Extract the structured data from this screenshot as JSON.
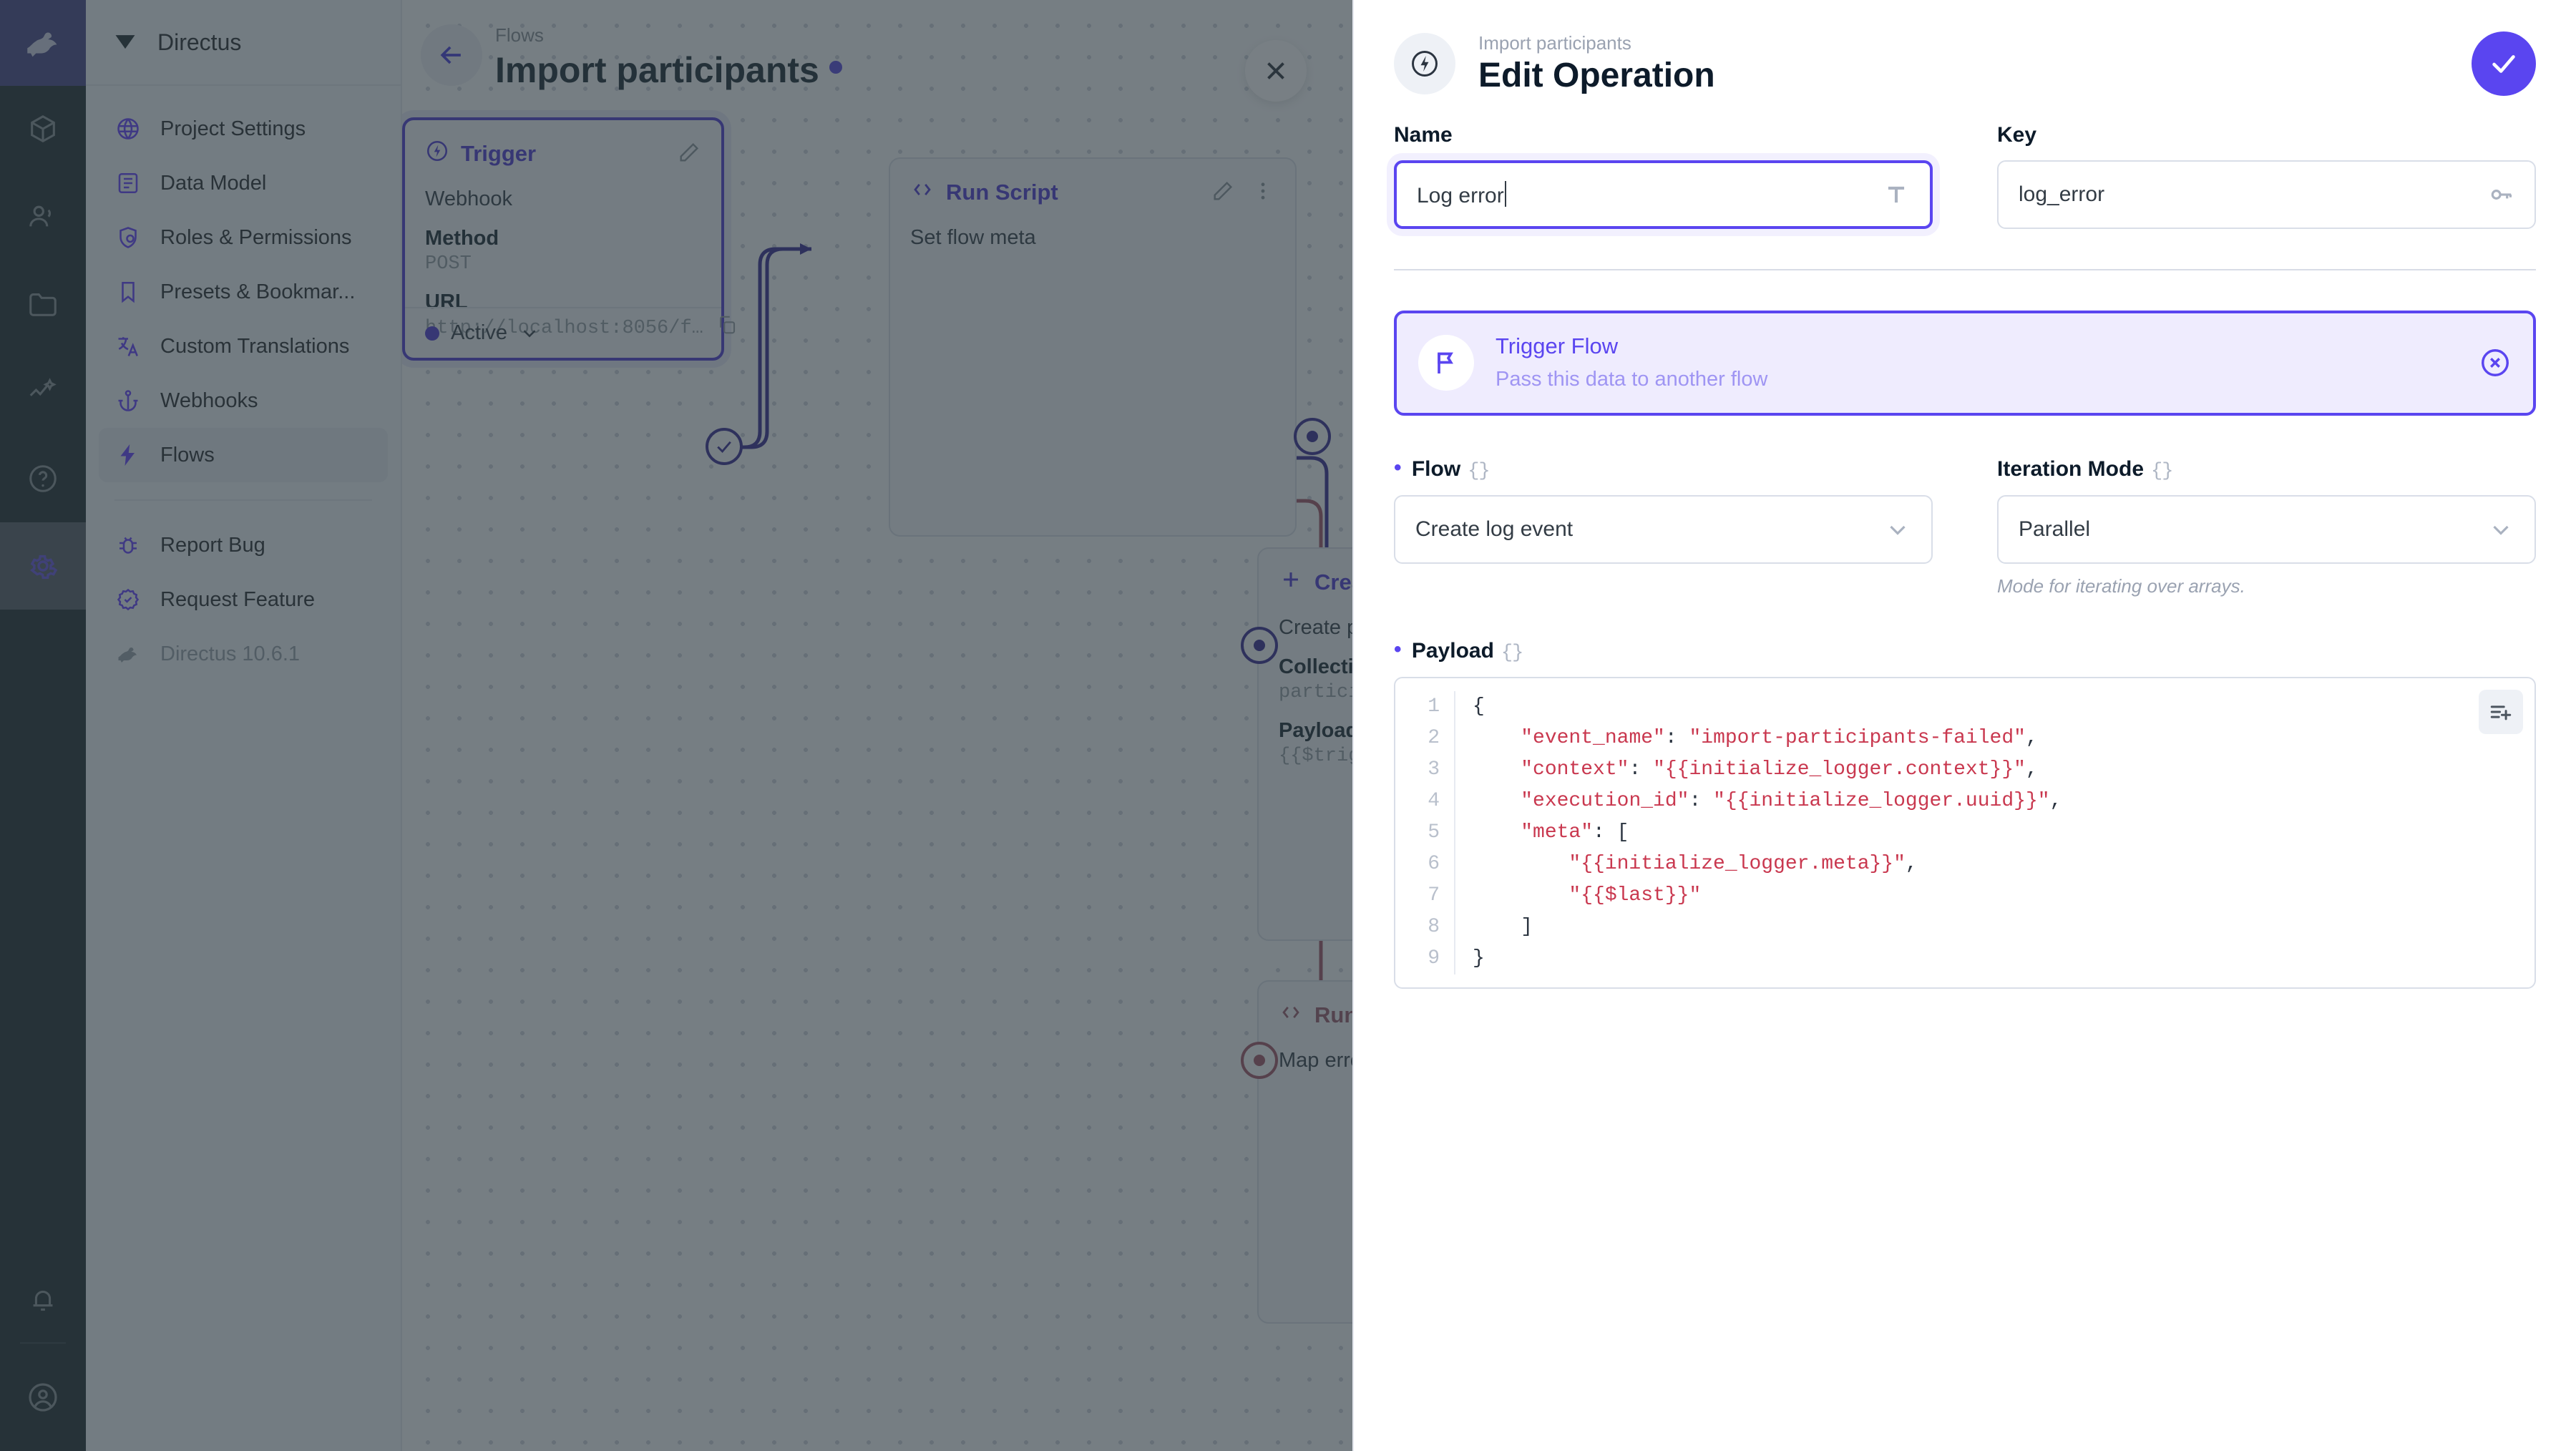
{
  "app": {
    "rail": {
      "logo_icon": "directus-rabbit-logo",
      "items": [
        {
          "icon": "box-icon",
          "name": "content"
        },
        {
          "icon": "users-icon",
          "name": "user-directory"
        },
        {
          "icon": "folder-icon",
          "name": "file-library"
        },
        {
          "icon": "insights-icon",
          "name": "insights"
        },
        {
          "icon": "help-circle-icon",
          "name": "help"
        },
        {
          "icon": "gear-icon",
          "name": "settings",
          "active": true
        }
      ],
      "bottom": [
        {
          "icon": "bell-icon",
          "name": "notifications"
        },
        {
          "icon": "account-circle-icon",
          "name": "user-account"
        }
      ]
    },
    "module": {
      "title": "Directus",
      "title_icon": "directus-mark-icon",
      "items": [
        {
          "label": "Project Settings",
          "icon": "globe-icon"
        },
        {
          "label": "Data Model",
          "icon": "list-alt-icon"
        },
        {
          "label": "Roles & Permissions",
          "icon": "shield-account-icon"
        },
        {
          "label": "Presets & Bookmar...",
          "icon": "bookmark-icon"
        },
        {
          "label": "Custom Translations",
          "icon": "translate-icon"
        },
        {
          "label": "Webhooks",
          "icon": "anchor-icon"
        },
        {
          "label": "Flows",
          "icon": "bolt-icon",
          "active": true
        }
      ],
      "footer_items": [
        {
          "label": "Report Bug",
          "icon": "bug-icon"
        },
        {
          "label": "Request Feature",
          "icon": "rosette-check-icon"
        },
        {
          "label": "Directus 10.6.1",
          "icon": "directus-rabbit-icon",
          "muted": true
        }
      ]
    },
    "flow": {
      "breadcrumb": "Flows",
      "title": "Import participants",
      "back_icon": "arrow-left-icon",
      "status_dot": "active-dot",
      "close_icon": "close-icon",
      "nodes": [
        {
          "id": "trigger",
          "type_label": "Trigger",
          "type_icon": "trigger-bolt-icon",
          "selected": true,
          "subtitle": "Webhook",
          "rows": [
            {
              "label": "Method",
              "value": "POST"
            },
            {
              "label": "URL",
              "value": "http://localhost:8056/f…",
              "copy_icon": "copy-icon"
            }
          ],
          "footer_status": "Active",
          "footer_chevron": "chevron-down-icon",
          "edit_icon": "pencil-icon"
        },
        {
          "id": "run-script-1",
          "type_label": "Run Script",
          "type_icon": "code-brackets-icon",
          "subtitle": "Set flow meta",
          "edit_icon": "pencil-icon",
          "more_icon": "dots-vertical-icon"
        },
        {
          "id": "create-data",
          "type_label": "Create Data",
          "type_icon": "plus-icon",
          "subtitle": "Create participant",
          "rows": [
            {
              "label": "Collection",
              "value": "participants"
            },
            {
              "label": "Payload",
              "value": "{{$trigger.bod…"
            }
          ]
        },
        {
          "id": "run-script-2",
          "type_label": "Run Script",
          "type_icon": "code-brackets-icon",
          "subtitle": "Map errors"
        }
      ]
    }
  },
  "drawer": {
    "header": {
      "icon": "trigger-bolt-icon",
      "breadcrumb": "Import participants",
      "title": "Edit Operation",
      "save_icon": "check-icon"
    },
    "name_field": {
      "label": "Name",
      "value": "Log error",
      "icon": "text-format-icon"
    },
    "key_field": {
      "label": "Key",
      "value": "log_error",
      "icon": "key-icon"
    },
    "banner": {
      "icon": "flag-icon",
      "title": "Trigger Flow",
      "subtitle": "Pass this data to another flow",
      "clear_icon": "close-circle-icon"
    },
    "flow_field": {
      "label": "Flow",
      "braces": "{}",
      "required": true,
      "value": "Create log event",
      "chevron": "chevron-down-icon"
    },
    "iteration_field": {
      "label": "Iteration Mode",
      "braces": "{}",
      "required": false,
      "value": "Parallel",
      "chevron": "chevron-down-icon",
      "hint": "Mode for iterating over arrays."
    },
    "payload_field": {
      "label": "Payload",
      "braces": "{}",
      "required": true,
      "fab_icon": "add-lines-icon",
      "line_numbers": [
        "1",
        "2",
        "3",
        "4",
        "5",
        "6",
        "7",
        "8",
        "9"
      ],
      "code": "{\n    \"event_name\": \"import-participants-failed\",\n    \"context\": \"{{initialize_logger.context}}\",\n    \"execution_id\": \"{{initialize_logger.uuid}}\",\n    \"meta\": [\n        \"{{initialize_logger.meta}}\",\n        \"{{$last}}\"\n    ]\n}",
      "code_lines": [
        {
          "indent": 0,
          "parts": [
            {
              "t": "{",
              "c": "plain"
            }
          ]
        },
        {
          "indent": 4,
          "parts": [
            {
              "t": "\"event_name\"",
              "c": "str"
            },
            {
              "t": ": ",
              "c": "plain"
            },
            {
              "t": "\"import-participants-failed\"",
              "c": "str"
            },
            {
              "t": ",",
              "c": "plain"
            }
          ]
        },
        {
          "indent": 4,
          "parts": [
            {
              "t": "\"context\"",
              "c": "str"
            },
            {
              "t": ": ",
              "c": "plain"
            },
            {
              "t": "\"{{initialize_logger.context}}\"",
              "c": "str"
            },
            {
              "t": ",",
              "c": "plain"
            }
          ]
        },
        {
          "indent": 4,
          "parts": [
            {
              "t": "\"execution_id\"",
              "c": "str"
            },
            {
              "t": ": ",
              "c": "plain"
            },
            {
              "t": "\"{{initialize_logger.uuid}}\"",
              "c": "str"
            },
            {
              "t": ",",
              "c": "plain"
            }
          ]
        },
        {
          "indent": 4,
          "parts": [
            {
              "t": "\"meta\"",
              "c": "str"
            },
            {
              "t": ": [",
              "c": "plain"
            }
          ]
        },
        {
          "indent": 8,
          "parts": [
            {
              "t": "\"{{initialize_logger.meta}}\"",
              "c": "str"
            },
            {
              "t": ",",
              "c": "plain"
            }
          ]
        },
        {
          "indent": 8,
          "parts": [
            {
              "t": "\"{{$last}}\"",
              "c": "str"
            }
          ]
        },
        {
          "indent": 4,
          "parts": [
            {
              "t": "]",
              "c": "plain"
            }
          ]
        },
        {
          "indent": 0,
          "parts": [
            {
              "t": "}",
              "c": "plain"
            }
          ]
        }
      ]
    }
  },
  "colors": {
    "accent": "#5a45f0",
    "rail_bg": "#263238",
    "module_bg": "#f0f4f9",
    "string_token": "#c9384f",
    "error_node": "#9b5f72"
  }
}
